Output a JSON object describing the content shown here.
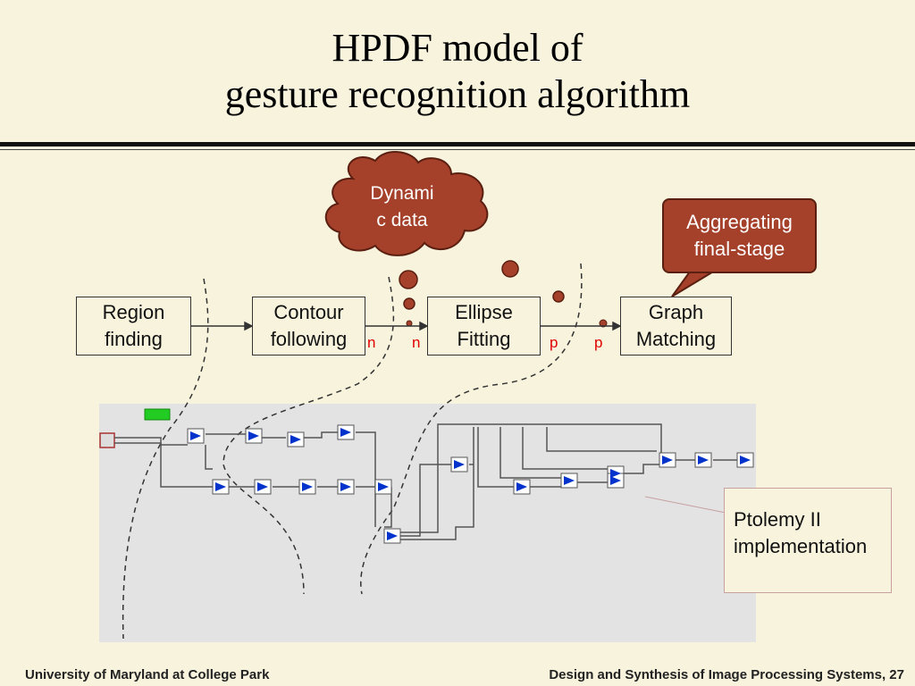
{
  "title": {
    "line1": "HPDF model of",
    "line2": "gesture recognition algorithm"
  },
  "cloud_label": "Dynami\nc data",
  "callout_label": "Aggregating\nfinal-stage",
  "actors": [
    {
      "id": "region",
      "label": "Region\nfinding"
    },
    {
      "id": "contour",
      "label": "Contour\nfollowing"
    },
    {
      "id": "ellipse",
      "label": "Ellipse\nFitting"
    },
    {
      "id": "graph",
      "label": "Graph\nMatching"
    }
  ],
  "rates": [
    "n",
    "n",
    "p",
    "p"
  ],
  "ptolemy_label": "Ptolemy II\nimplementation",
  "footer": {
    "left": "University of Maryland at College Park",
    "right": "Design and Synthesis of Image Processing Systems, 27"
  },
  "colors": {
    "background": "#f7f3dc",
    "callout": "#a5402a",
    "rate_text": "#e00000",
    "ptolemy_actor": "#0033cc",
    "director": "#22cc22"
  }
}
